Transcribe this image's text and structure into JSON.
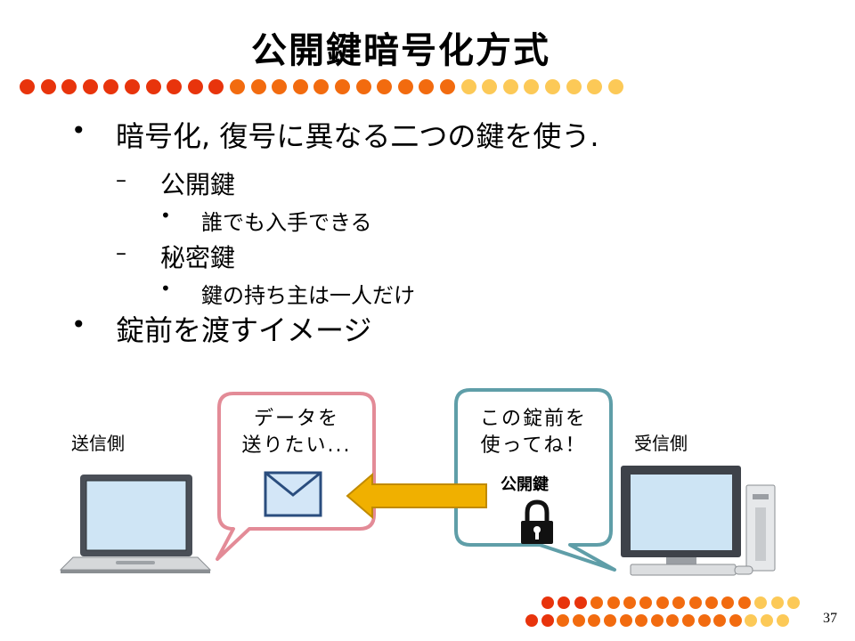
{
  "title": "公開鍵暗号化方式",
  "bullets": {
    "b1": "暗号化, 復号に異なる二つの鍵を使う.",
    "b1_sub1": "公開鍵",
    "b1_sub1_item": "誰でも入手できる",
    "b1_sub2": "秘密鍵",
    "b1_sub2_item": "鍵の持ち主は一人だけ",
    "b2": "錠前を渡すイメージ",
    "bullet_char": "•",
    "dash_char": "–"
  },
  "diagram": {
    "sender_label": "送信側",
    "receiver_label": "受信側",
    "left_bubble_line1": "データを",
    "left_bubble_line2": "送りたい...",
    "right_bubble_line1": "この錠前を",
    "right_bubble_line2": "使ってね！",
    "public_key_label": "公開鍵"
  },
  "page_number": "37",
  "colors": {
    "dot_red": "#e8340c",
    "dot_orange": "#f26b0f",
    "dot_yellow": "#fcc957",
    "left_bubble_border": "#e38b97",
    "right_bubble_border": "#5f9ea8",
    "arrow_fill": "#f0b000",
    "envelope_border": "#2a4d7e",
    "envelope_fill": "#d3e6f7"
  }
}
